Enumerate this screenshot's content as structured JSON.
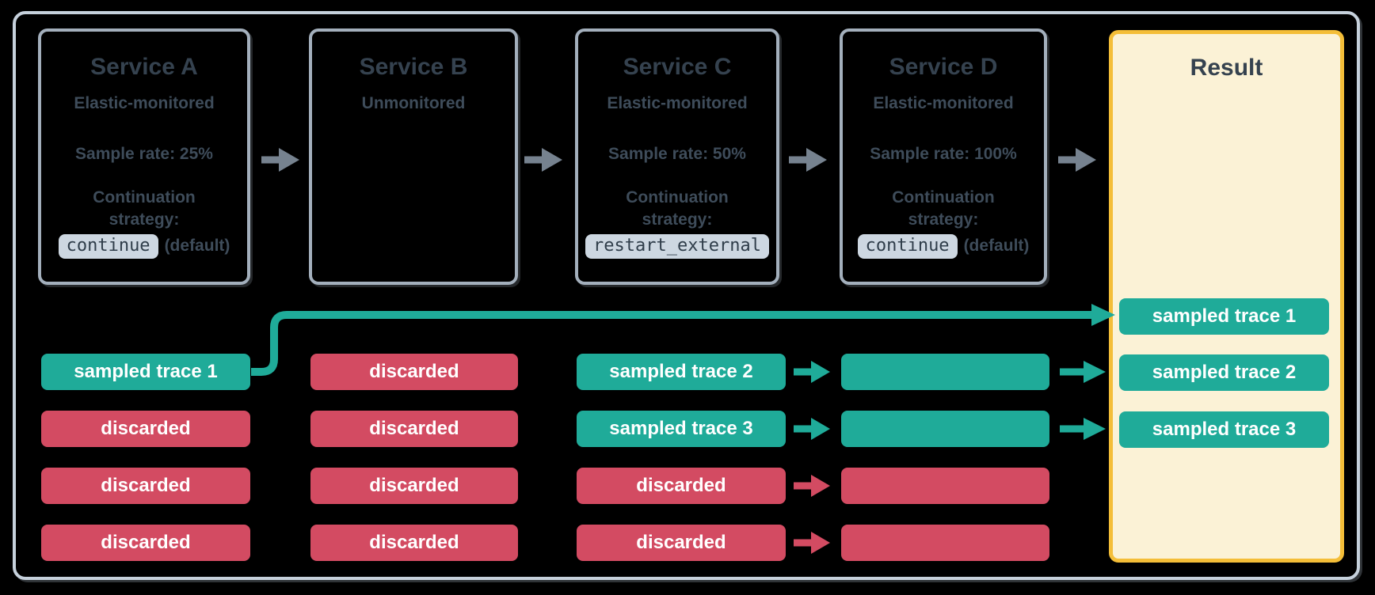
{
  "colors": {
    "background": "#000000",
    "outer_border": "#C6D1DC",
    "box_border": "#A3AFBC",
    "slate": "#35424F",
    "slate_body": "#3E4C5A",
    "teal": "#1FAB99",
    "red": "#D34B62",
    "chip_bg": "#CDD7E1",
    "chip_text": "#2F3D4A",
    "result_bg": "#FBF2D6",
    "result_border": "#F4BE38",
    "arrow_gray": "#76828F",
    "badge_text": "#FFFFFF"
  },
  "services": [
    {
      "title": "Service A",
      "monitoring": "Elastic-monitored",
      "sample_rate": "Sample rate: 25%",
      "strategy_label": "Continuation strategy:",
      "strategy_code": "continue",
      "strategy_suffix": "(default)"
    },
    {
      "title": "Service B",
      "monitoring": "Unmonitored",
      "sample_rate": "",
      "strategy_label": "",
      "strategy_code": "",
      "strategy_suffix": ""
    },
    {
      "title": "Service C",
      "monitoring": "Elastic-monitored",
      "sample_rate": "Sample rate: 50%",
      "strategy_label": "Continuation strategy:",
      "strategy_code": "restart_external",
      "strategy_suffix": ""
    },
    {
      "title": "Service D",
      "monitoring": "Elastic-monitored",
      "sample_rate": "Sample rate: 100%",
      "strategy_label": "Continuation strategy:",
      "strategy_code": "continue",
      "strategy_suffix": "(default)"
    }
  ],
  "result": {
    "title": "Result",
    "badges": [
      {
        "label": "sampled trace 1",
        "kind": "sampled"
      },
      {
        "label": "sampled trace 2",
        "kind": "sampled"
      },
      {
        "label": "sampled trace 3",
        "kind": "sampled"
      }
    ]
  },
  "trace_grid": {
    "service_a": [
      {
        "label": "sampled trace 1",
        "kind": "sampled"
      },
      {
        "label": "discarded",
        "kind": "discarded"
      },
      {
        "label": "discarded",
        "kind": "discarded"
      },
      {
        "label": "discarded",
        "kind": "discarded"
      }
    ],
    "service_b": [
      {
        "label": "discarded",
        "kind": "discarded"
      },
      {
        "label": "discarded",
        "kind": "discarded"
      },
      {
        "label": "discarded",
        "kind": "discarded"
      },
      {
        "label": "discarded",
        "kind": "discarded"
      }
    ],
    "service_c": [
      {
        "label": "sampled trace 2",
        "kind": "sampled"
      },
      {
        "label": "sampled trace 3",
        "kind": "sampled"
      },
      {
        "label": "discarded",
        "kind": "discarded"
      },
      {
        "label": "discarded",
        "kind": "discarded"
      }
    ],
    "service_d": [
      {
        "label": "",
        "kind": "sampled"
      },
      {
        "label": "",
        "kind": "sampled"
      },
      {
        "label": "",
        "kind": "discarded"
      },
      {
        "label": "",
        "kind": "discarded"
      }
    ]
  },
  "arrows": {
    "service_flow": [
      "Service A to Service B",
      "Service B to Service C",
      "Service C to Service D",
      "Service D to Result"
    ],
    "trace_flow": [
      "sampled trace 1 from Service A to Result",
      "sampled trace 2 from Service C to Service D to Result",
      "sampled trace 3 from Service C to Service D to Result",
      "discarded from Service C to Service D",
      "discarded from Service C to Service D"
    ]
  }
}
